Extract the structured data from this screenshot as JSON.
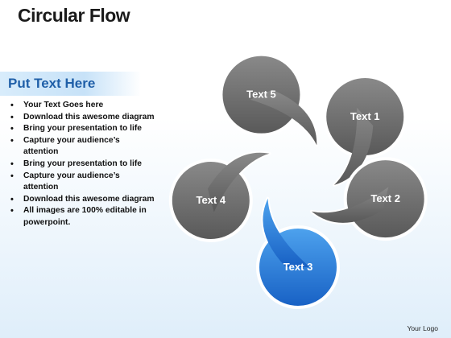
{
  "title": "Circular Flow",
  "panel": {
    "heading": "Put Text Here",
    "bullets": [
      "Your Text Goes here",
      "Download this awesome diagram",
      "Bring your presentation to life",
      "Capture your audience’s attention",
      "Bring your presentation to life",
      "Capture your audience’s attention",
      "Download this awesome diagram",
      "All images are 100% editable in powerpoint."
    ]
  },
  "diagram": {
    "petals": [
      {
        "label": "Text 1",
        "color": "#6e6e6e"
      },
      {
        "label": "Text 2",
        "color": "#6e6e6e"
      },
      {
        "label": "Text 3",
        "color": "#1e6fd0"
      },
      {
        "label": "Text 4",
        "color": "#6e6e6e"
      },
      {
        "label": "Text 5",
        "color": "#6e6e6e"
      }
    ]
  },
  "footer": {
    "logo": "Your Logo"
  }
}
